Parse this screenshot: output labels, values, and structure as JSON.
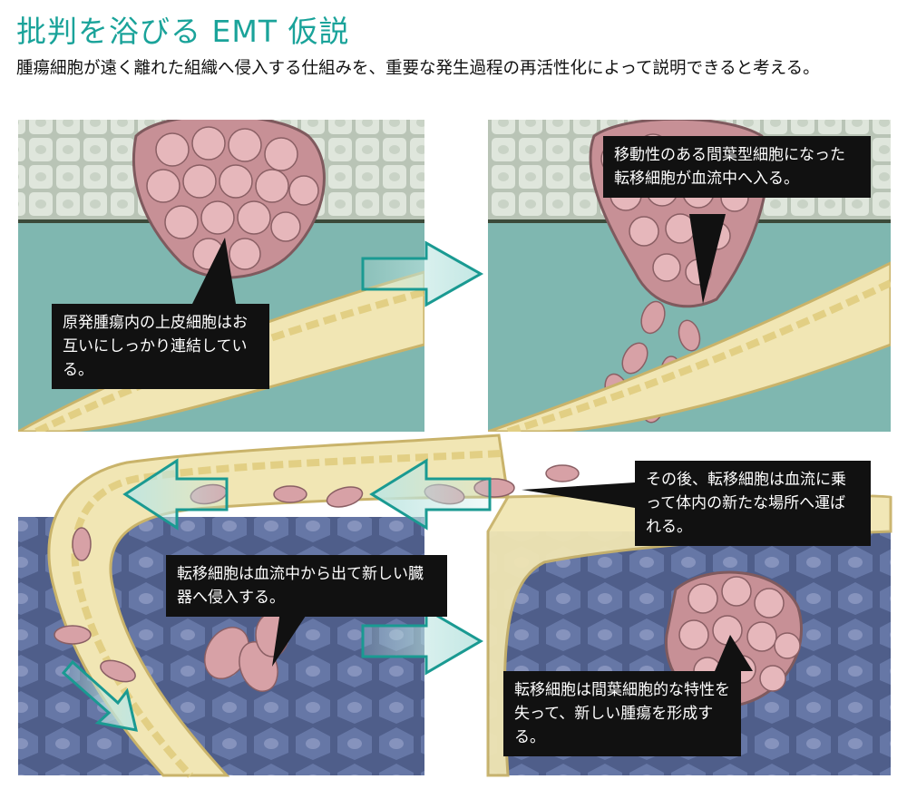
{
  "header": {
    "title": "批判を浴びる EMT 仮説",
    "subtitle": "腫瘍細胞が遠く離れた組織へ侵入する仕組みを、重要な発生過程の再活性化によって説明できると考える。"
  },
  "callouts": {
    "panel1": "原発腫瘍内の上皮細胞はお互いにしっかり連結している。",
    "panel2": "移動性のある間葉型細胞になった転移細胞が血流中へ入る。",
    "panel3": "その後、転移細胞は血流に乗って体内の新たな場所へ運ばれる。",
    "panel4": "転移細胞は血流中から出て新しい臓器へ侵入する。",
    "panel5": "転移細胞は間葉細胞的な特性を失って、新しい腫瘍を形成する。"
  },
  "colors": {
    "title": "#1aa39a",
    "epithelium": "#d5ddd2",
    "stroma": "#7fb7b0",
    "tissue": "#5f6f9a",
    "vessel": "#efe3ae",
    "tumor_cell": "#d8a3a8",
    "arrow": "#1a9a92",
    "callout_bg": "#111111"
  },
  "icons": [
    "flow-arrow-icon"
  ]
}
